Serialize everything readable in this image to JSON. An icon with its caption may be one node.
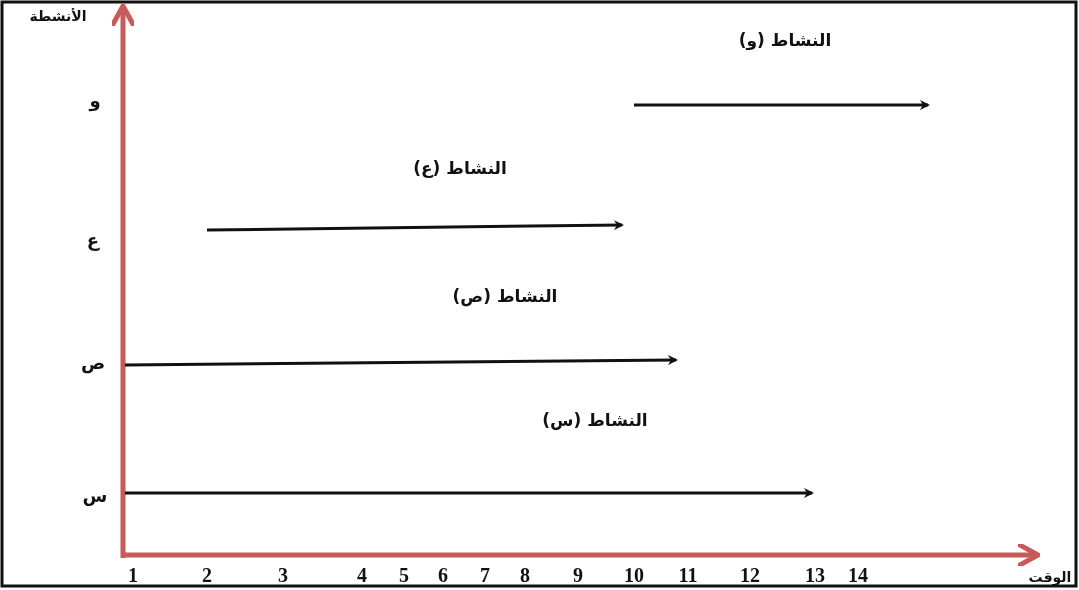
{
  "diagram": {
    "labels": [
      "الأنشطة",
      "النشاط (و)",
      "و",
      "النشاط (ع)",
      "ع",
      "النشاط (ص)",
      "ص",
      "النشاط (س)",
      "س",
      "1",
      "2",
      "3",
      "4",
      "5",
      "6",
      "7",
      "8",
      "9",
      "10",
      "11",
      "12",
      "13",
      "14",
      "الوقت"
    ]
  }
}
